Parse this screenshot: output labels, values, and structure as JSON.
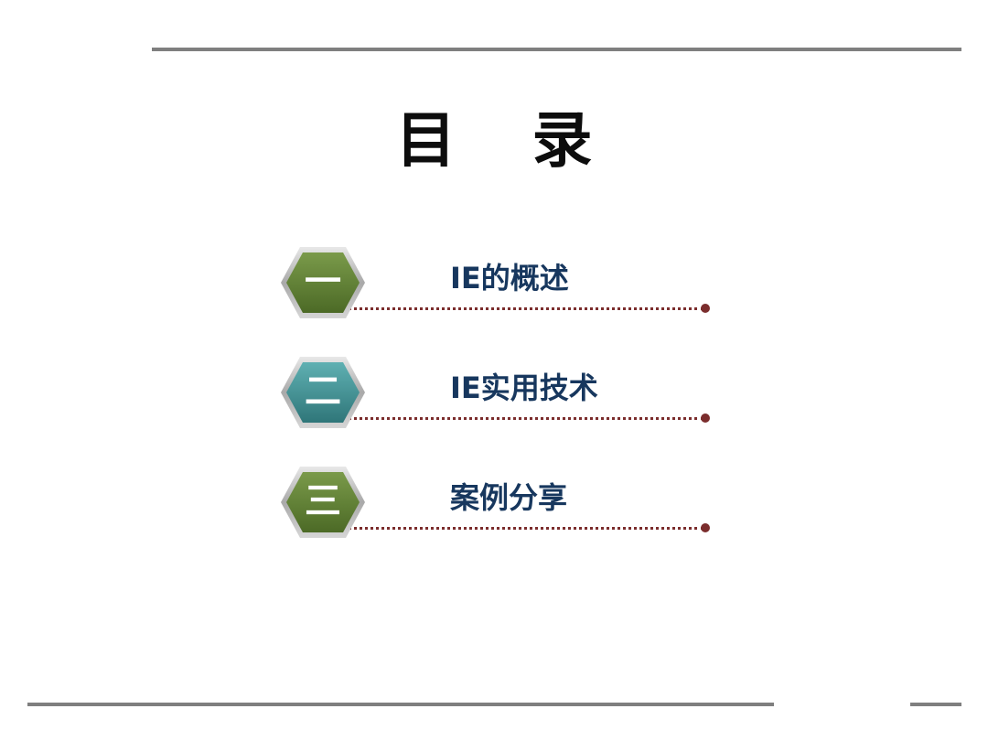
{
  "title": "目 录",
  "items": [
    {
      "number": "一",
      "label": "IE的概述",
      "color": "#5e7a35"
    },
    {
      "number": "二",
      "label": "IE实用技术",
      "color": "#3f8e91"
    },
    {
      "number": "三",
      "label": "案例分享",
      "color": "#5e7a35"
    }
  ],
  "colors": {
    "rule": "#7f7f7f",
    "title": "#0d0d0d",
    "label": "#17375e",
    "dotted_line": "#7b2d2d",
    "hex_border": "#c8c8c8"
  }
}
